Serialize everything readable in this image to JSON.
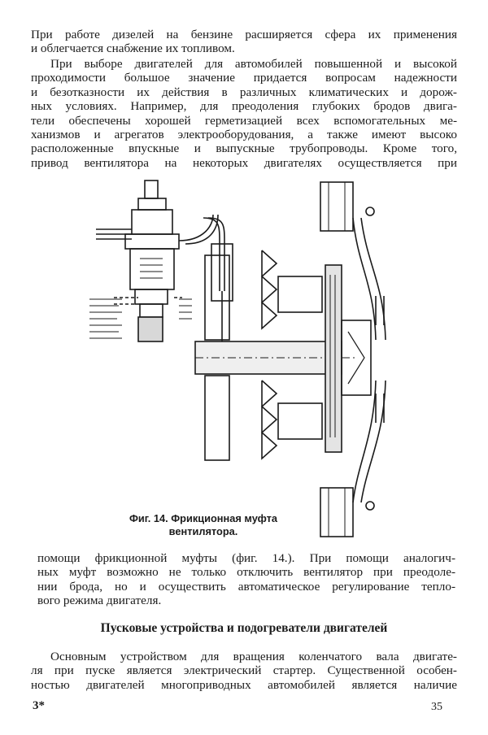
{
  "page": {
    "paragraph_1": [
      "При работе дизелей на бензине расширяется сфера их применения",
      "и облегчается снабжение их топливом."
    ],
    "paragraph_2": [
      "При выборе двигателей для автомобилей повышенной и высокой",
      "проходимости большое значение придается вопросам надежности",
      "и безотказности их действия в различных климатических и дорож-",
      "ных условиях. Например, для преодоления глубоких бродов двига-",
      "тели обеспечены хорошей герметизацией всех вспомогательных ме-",
      "ханизмов и агрегатов электрооборудования, а также имеют высоко",
      "расположенные впускные и выпускные трубопроводы. Кроме того,",
      "привод вентилятора на некоторых двигателях  осуществляется при"
    ],
    "figure_caption": [
      "Фиг. 14. Фрикционная муфта",
      "вентилятора."
    ],
    "paragraph_3": [
      "помощи фрикционной муфты (фиг. 14.). При помощи  аналогич-",
      "ных муфт возможно не только отключить вентилятор при преодоле-",
      "нии брода, но и осуществить автоматическое регулирование тепло-",
      "вого режима двигателя."
    ],
    "section_heading": "Пусковые устройства и подогреватели двигателей",
    "paragraph_4": [
      "Основным устройством для вращения коленчатого вала двигате-",
      "ля при пуске является электрический стартер. Существенной особен-",
      "ностью двигателей многоприводных автомобилей является наличие"
    ],
    "footer_signature": "3*",
    "page_number": "35"
  }
}
